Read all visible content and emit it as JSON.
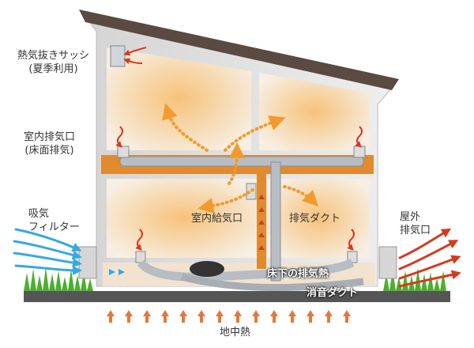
{
  "labels": {
    "heat_sash": "熱気抜きサッシ",
    "heat_sash_note": "(夏季利用)",
    "indoor_exhaust": "室内排気口",
    "indoor_exhaust_note": "(床面排気)",
    "intake": "吸気",
    "filter": "フィルター",
    "indoor_supply": "室内給気口",
    "exhaust_duct": "排気ダクト",
    "outdoor": "屋外",
    "outdoor_exhaust": "排気口",
    "underfloor_heat": "床下の排気熱",
    "silencer_duct": "消音ダクト",
    "ground_heat": "地中熱"
  },
  "colors": {
    "warm_air": "#f39a2e",
    "cool_air": "#36a9e1",
    "exhaust_arrow": "#d9381e",
    "ground_arrow": "#e07a3c",
    "wall": "#e6e6e6",
    "duct": "#b8bdc3",
    "grass": "#4caf2e",
    "roof": "#5a4a42"
  }
}
